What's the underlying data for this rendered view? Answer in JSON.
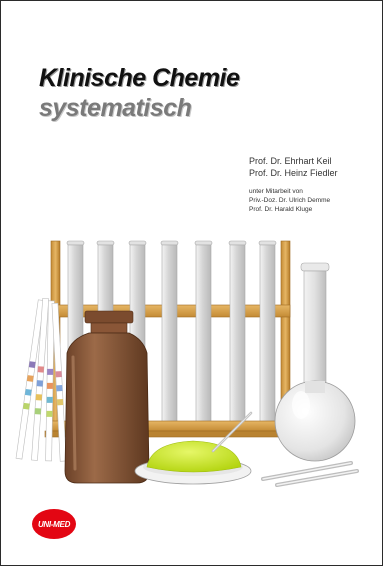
{
  "cover": {
    "title_line1": "Klinische Chemie",
    "title_line2": "systematisch",
    "authors": [
      "Prof. Dr. Ehrhart Keil",
      "Prof. Dr. Heinz Fiedler"
    ],
    "collaboration_label": "unter Mitarbeit von",
    "collaborators": [
      "Priv.-Doz. Dr. Ulrich Demme",
      "Prof. Dr. Harald Kluge"
    ],
    "publisher_logo": "UNI-MED"
  },
  "colors": {
    "rack_wood": "#d6a24f",
    "bottle_brown": "#8a5a3c",
    "powder_green": "#c8e619",
    "glass_grey": "#e7e7e7",
    "logo_red": "#e30613"
  },
  "icons": {
    "illustration": "laboratory-glassware-illustration"
  }
}
